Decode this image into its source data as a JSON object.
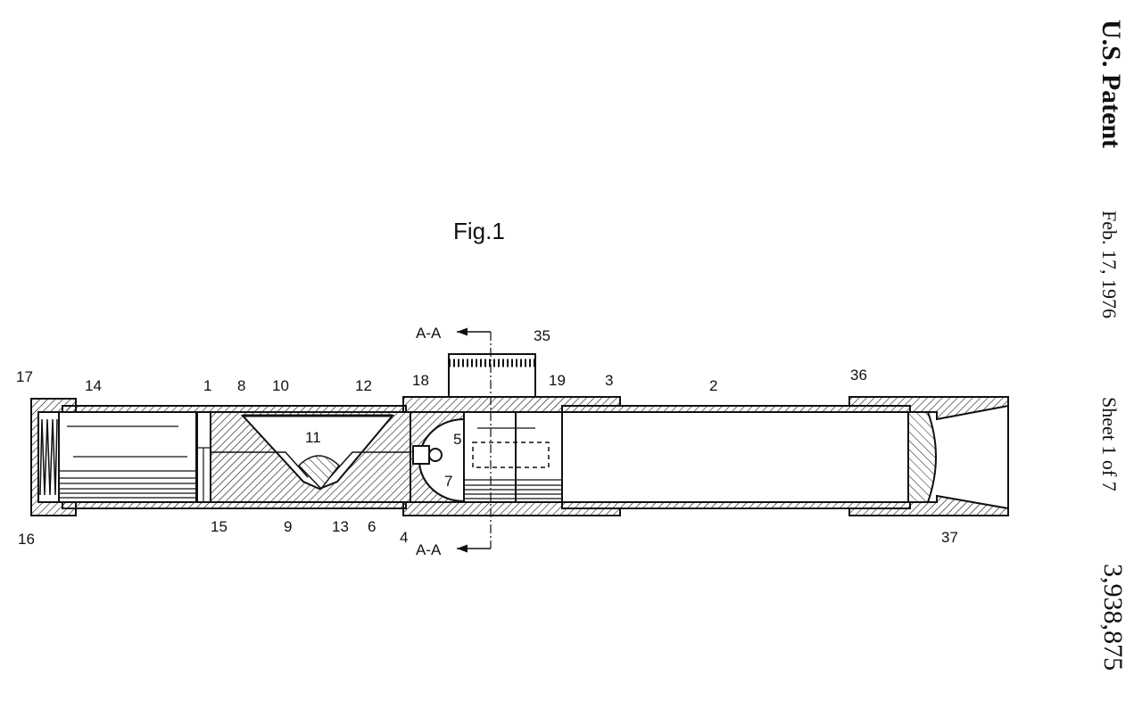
{
  "header": {
    "office": "U.S. Patent",
    "date": "Feb. 17, 1976",
    "sheet": "Sheet 1 of 7",
    "patent_number": "3,938,875"
  },
  "figure": {
    "title": "Fig.1",
    "section_label_top": "A-A",
    "section_label_bottom": "A-A",
    "labels": {
      "l17": "17",
      "l14": "14",
      "l1": "1",
      "l8": "8",
      "l10": "10",
      "l12": "12",
      "l11": "11",
      "l18": "18",
      "l35": "35",
      "l19": "19",
      "l3": "3",
      "l2": "2",
      "l36": "36",
      "l5": "5",
      "l7": "7",
      "l16": "16",
      "l15": "15",
      "l9": "9",
      "l13": "13",
      "l6": "6",
      "l4": "4",
      "l37": "37"
    }
  },
  "colors": {
    "ink": "#111111",
    "paper": "#ffffff"
  }
}
